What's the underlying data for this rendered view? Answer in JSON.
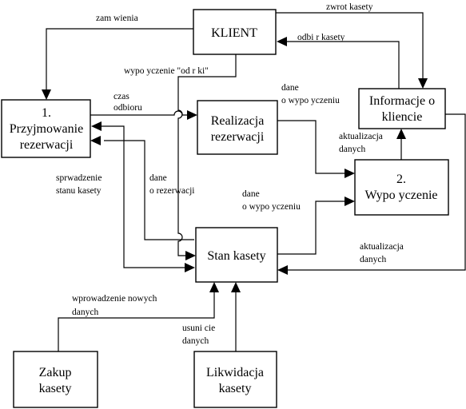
{
  "boxes": {
    "klient": [
      "KLIENT"
    ],
    "przyjmowanie": [
      "1.",
      "Przyjmowanie",
      "rezerwacji"
    ],
    "realizacja": [
      "Realizacja",
      "rezerwacji"
    ],
    "informacje": [
      "Informacje o",
      "kliencie"
    ],
    "wypozyczenie": [
      "2.",
      "Wypo yczenie"
    ],
    "stan": [
      "Stan kasety"
    ],
    "zakup": [
      "Zakup",
      "kasety"
    ],
    "likwidacja": [
      "Likwidacja",
      "kasety"
    ]
  },
  "labels": {
    "zamowienia": [
      "zam  wienia"
    ],
    "zwrot": [
      "zwrot kasety"
    ],
    "odbior": [
      "odbi   r kasety"
    ],
    "wypozyczenie_odrzuki": [
      "wypo  yczenie \"od r  ki\""
    ],
    "czas": [
      "czas",
      "odbioru"
    ],
    "dane_wyp1": [
      "dane",
      "o wypo  yczeniu"
    ],
    "aktualizacja1": [
      "aktualizacja",
      "danych"
    ],
    "sprawdzenie": [
      "sprwadzenie",
      "stanu kasety"
    ],
    "dane_rez": [
      "dane",
      "o rezerwacji"
    ],
    "dane_wyp2": [
      "dane",
      "o wypo  yczeniu"
    ],
    "aktualizacja2": [
      "aktualizacja",
      "danych"
    ],
    "wprowadzenie": [
      "wprowadzenie nowych",
      "danych"
    ],
    "usuniecie": [
      "usuni  cie",
      "danych"
    ]
  }
}
